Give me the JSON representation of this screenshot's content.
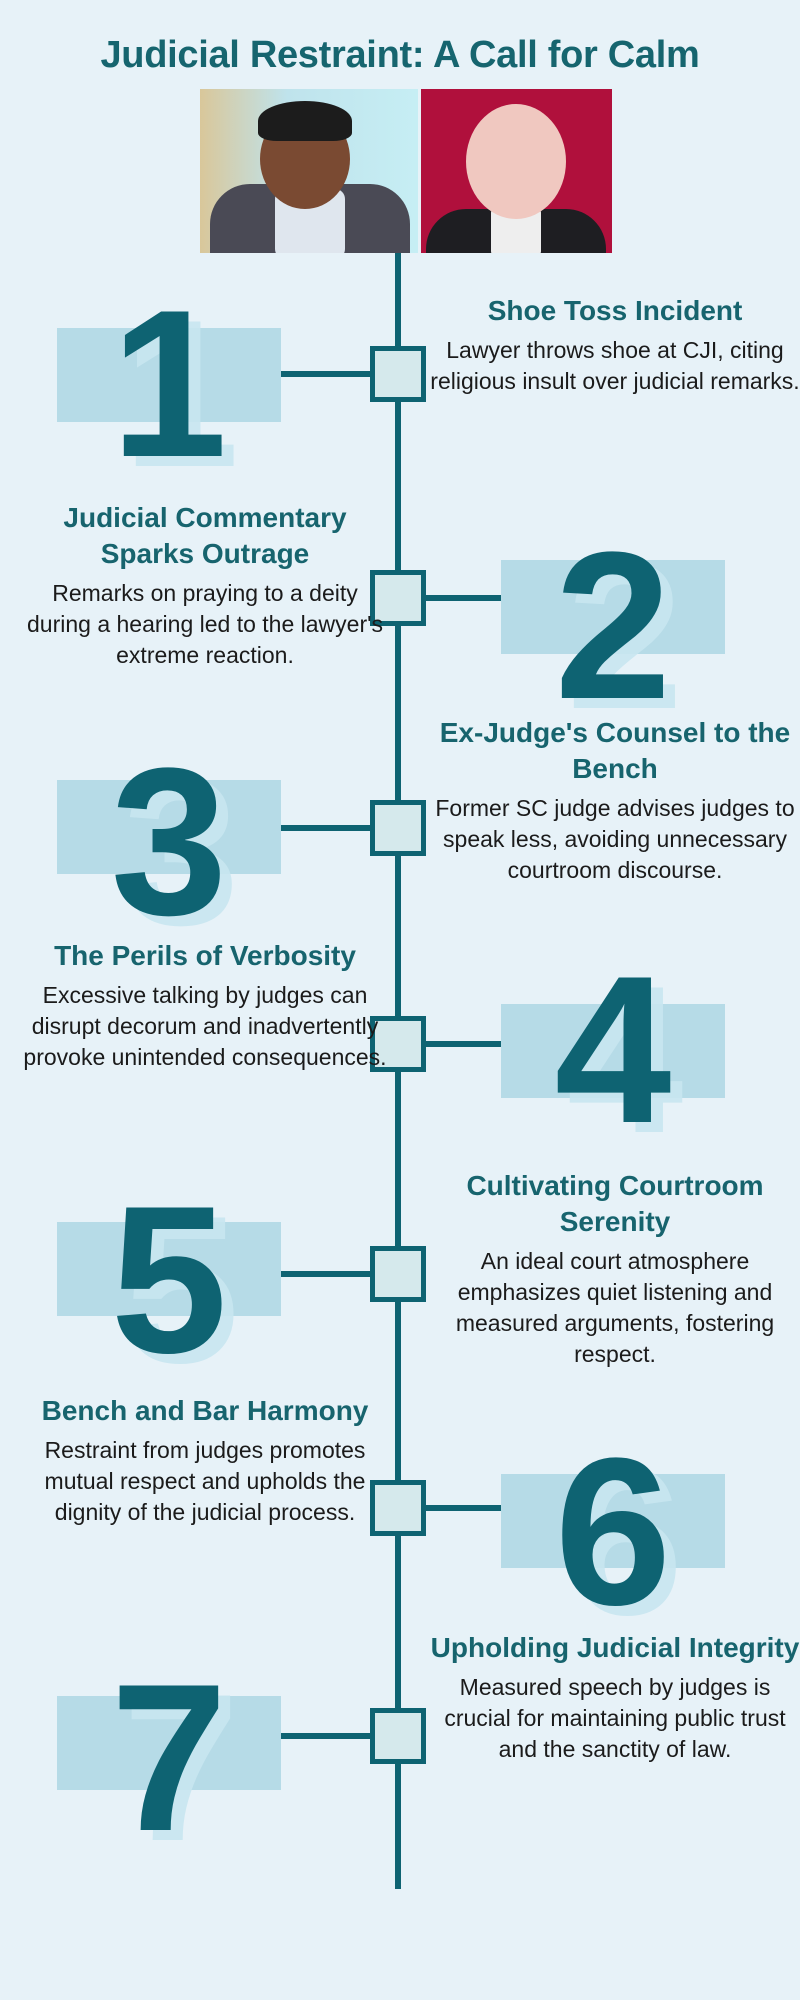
{
  "title": "Judicial Restraint: A Call for Calm",
  "colors": {
    "accent": "#0e6372",
    "background": "#e7f2f8",
    "rect": "#b6dbe7"
  },
  "items": [
    {
      "number": "1",
      "heading": "Shoe Toss Incident",
      "body": "Lawyer throws shoe at CJI, citing religious insult over judicial remarks."
    },
    {
      "number": "2",
      "heading": "Judicial Commentary Sparks Outrage",
      "body": "Remarks on praying to a deity during a hearing led to the lawyer's extreme reaction."
    },
    {
      "number": "3",
      "heading": "Ex-Judge's Counsel to the Bench",
      "body": "Former SC judge advises judges to speak less, avoiding unnecessary courtroom discourse."
    },
    {
      "number": "4",
      "heading": "The Perils of Verbosity",
      "body": "Excessive talking by judges can disrupt decorum and inadvertently provoke unintended consequences."
    },
    {
      "number": "5",
      "heading": "Cultivating Courtroom Serenity",
      "body": "An ideal court atmosphere emphasizes quiet listening and measured arguments, fostering respect."
    },
    {
      "number": "6",
      "heading": "Bench and Bar Harmony",
      "body": "Restraint from judges promotes mutual respect and upholds the dignity of the judicial process."
    },
    {
      "number": "7",
      "heading": "Upholding Judicial Integrity",
      "body": "Measured speech by judges is crucial for maintaining public trust and the sanctity of law."
    }
  ]
}
